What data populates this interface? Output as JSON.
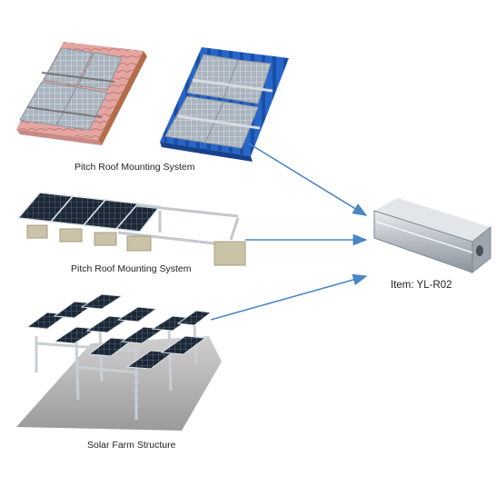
{
  "captions": {
    "top": "Pitch Roof Mounting System",
    "middle": "Pitch Roof Mounting System",
    "bottom": "Solar Farm Structure"
  },
  "item": {
    "label": "Item: YL-R02"
  },
  "colors": {
    "arrow": "#4a86c5",
    "panel": "#9aa7b3",
    "dark_panel": "#1d2a3a",
    "tile_red": "#d98c8a",
    "tile_blue": "#1f5bbf",
    "aluminum": "#c8ccd0",
    "concrete": "#c9c1a6"
  },
  "icons": [
    "rail-profile-icon"
  ]
}
